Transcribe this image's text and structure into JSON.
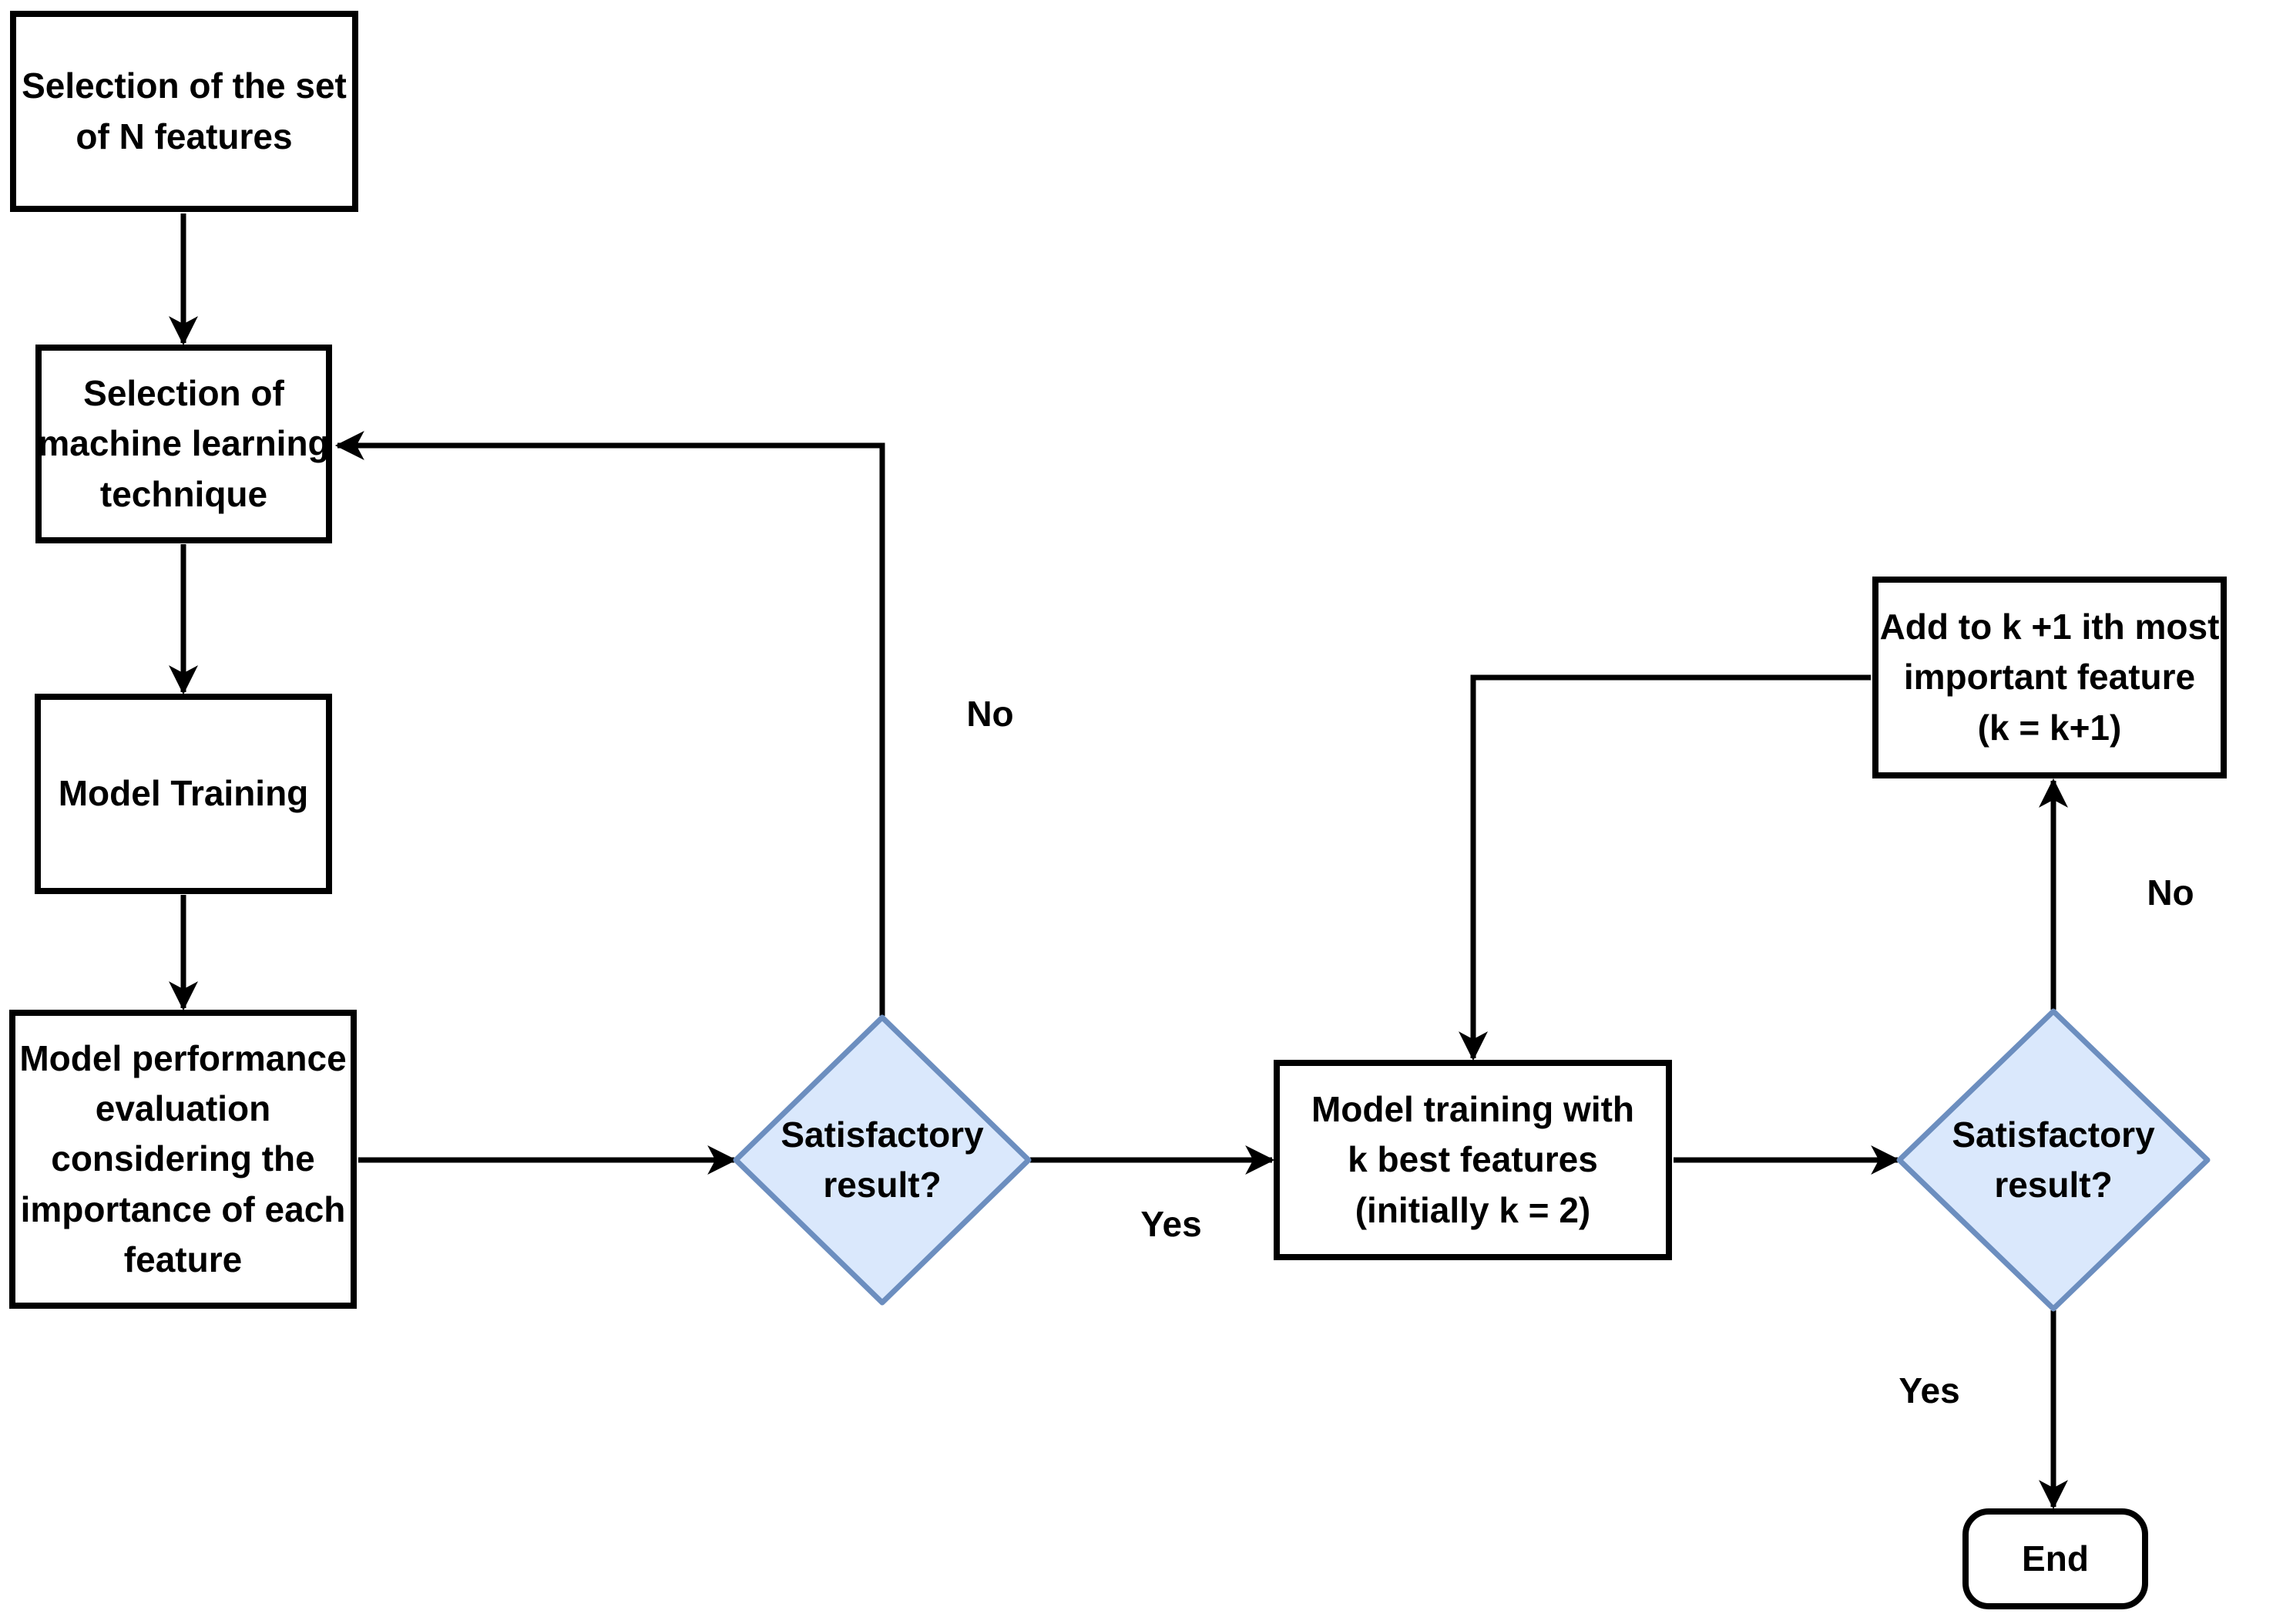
{
  "colors": {
    "background": "#ffffff",
    "box_border": "#000000",
    "line": "#000000",
    "decision_fill": "#dae8fc",
    "decision_stroke": "#6c8ebf"
  },
  "nodes": {
    "select_features": {
      "label": "Selection of the set\nof N features"
    },
    "select_ml_technique": {
      "label": "Selection of\nmachine learning\ntechnique"
    },
    "model_training": {
      "label": "Model Training"
    },
    "model_evaluation": {
      "label": "Model performance\nevaluation\nconsidering the\nimportance of each\nfeature"
    },
    "decision1": {
      "label": "Satisfactory\nresult?"
    },
    "training_k_best": {
      "label": "Model training with\nk best features\n(initially k = 2)"
    },
    "decision2": {
      "label": "Satisfactory\nresult?"
    },
    "add_feature": {
      "label": "Add to k +1 ith most\nimportant feature\n(k = k+1)"
    },
    "end": {
      "label": "End"
    }
  },
  "edge_labels": {
    "no1": "No",
    "yes1": "Yes",
    "no2": "No",
    "yes2": "Yes"
  }
}
